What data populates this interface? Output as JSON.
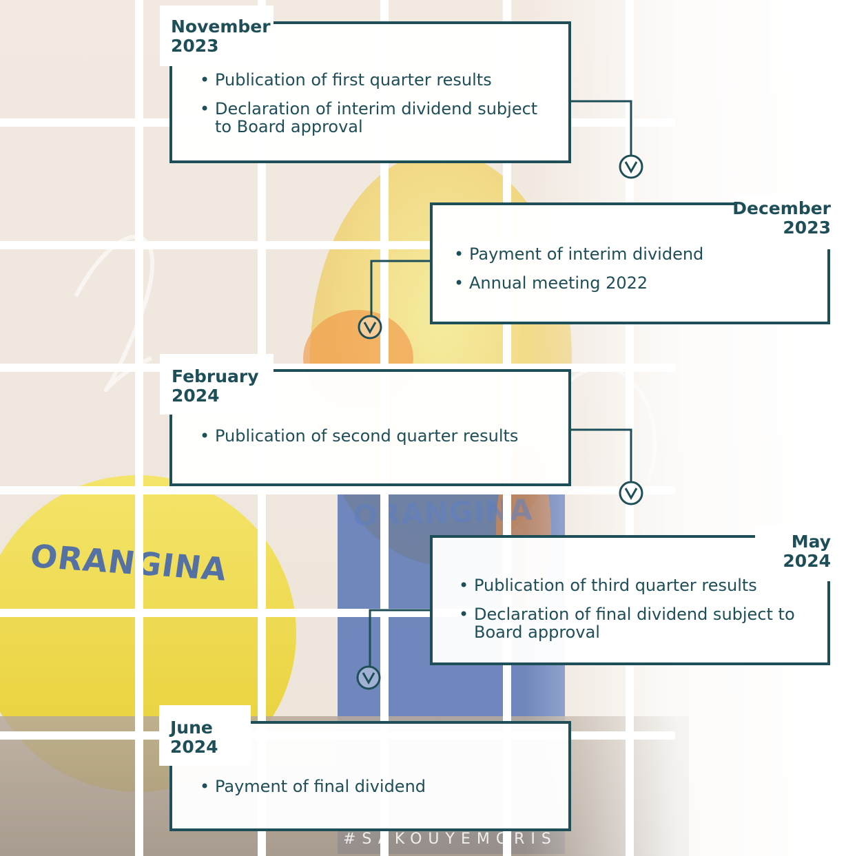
{
  "colors": {
    "accent": "#1e4e57",
    "background_photo": "orange-and-yellow"
  },
  "background": {
    "cup_brand": "ORANGINA",
    "bottle_brand": "ORANGINA",
    "watermark": "#SAKOUYEMORIS"
  },
  "timeline": [
    {
      "month": "November",
      "year": "2023",
      "items": [
        "Publication of first quarter results",
        "Declaration of interim dividend subject to Board approval"
      ]
    },
    {
      "month": "December",
      "year": "2023",
      "items": [
        "Payment of interim dividend",
        "Annual meeting 2022"
      ]
    },
    {
      "month": "February",
      "year": "2024",
      "items": [
        "Publication of second quarter results"
      ]
    },
    {
      "month": "May",
      "year": "2024",
      "items": [
        "Publication of third quarter results",
        "Declaration of final dividend subject to Board approval"
      ]
    },
    {
      "month": "June",
      "year": "2024",
      "items": [
        "Payment of final dividend"
      ]
    }
  ],
  "icons": {
    "connector": "chevron-down-circle-icon"
  }
}
